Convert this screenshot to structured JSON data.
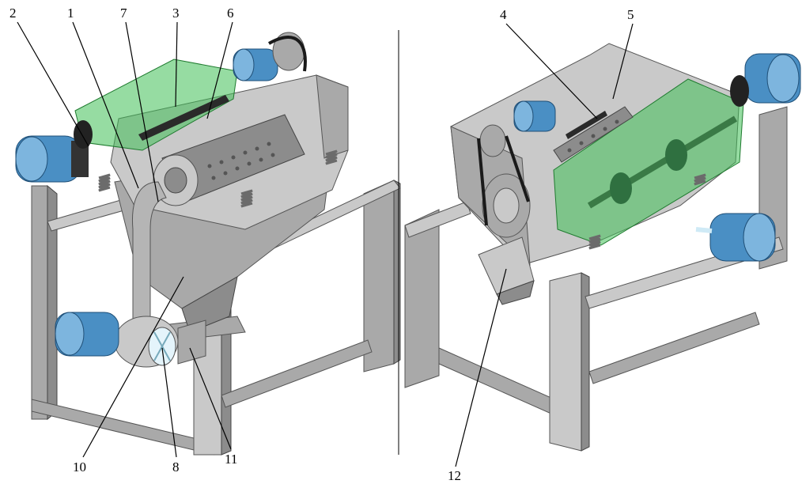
{
  "figure": {
    "labels": [
      "1",
      "2",
      "3",
      "4",
      "5",
      "6",
      "7",
      "8",
      "10",
      "11",
      "12"
    ]
  },
  "colors": {
    "frame": "#a9a9a9",
    "cover": "#3fbf55",
    "motor": "#4a8fc4",
    "belt": "#1a1a1a"
  },
  "icons": [
    "electric-motor-icon",
    "vibration-spring-icon",
    "belt-drive-icon",
    "fan-impeller-icon"
  ]
}
